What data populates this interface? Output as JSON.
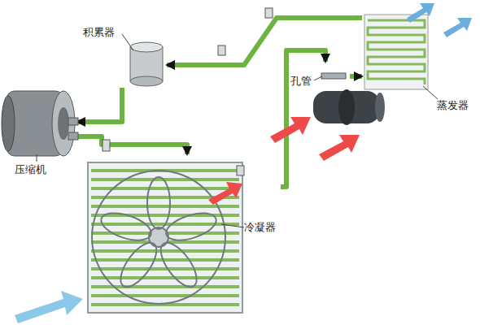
{
  "diagram": {
    "nodes": [
      {
        "text": [
          "积累器"
        ]
      },
      {
        "text": [
          "孔管"
        ]
      },
      {
        "text": [
          "蒸发器"
        ]
      },
      {
        "text": [
          "压缩机"
        ]
      },
      {
        "text": [
          "冷凝器"
        ]
      }
    ],
    "edges": [
      {
        "from": 3,
        "to": 4,
        "arrow": "to"
      },
      {
        "from": 4,
        "to": 1,
        "arrow": "to"
      },
      {
        "from": 1,
        "to": 2,
        "arrow": "to"
      },
      {
        "from": 2,
        "to": 0,
        "arrow": "to"
      },
      {
        "from": 0,
        "to": 3,
        "arrow": "to"
      }
    ]
  }
}
